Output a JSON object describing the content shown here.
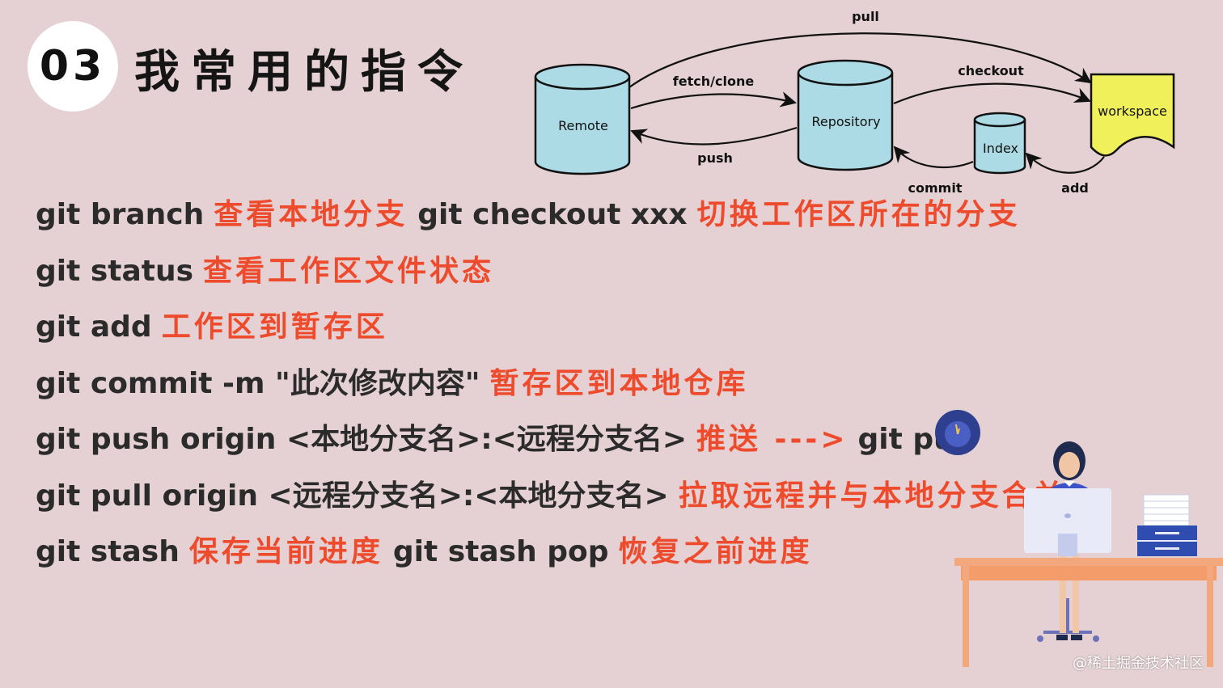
{
  "badge": {
    "number": "03"
  },
  "title": "我常用的指令",
  "diagram": {
    "nodes": {
      "remote": "Remote",
      "repository": "Repository",
      "index": "Index",
      "workspace": "workspace"
    },
    "edges": {
      "pull": "pull",
      "fetch_clone": "fetch/clone",
      "push": "push",
      "checkout": "checkout",
      "commit": "commit",
      "add": "add"
    },
    "colors": {
      "cylinder": "#acdbe5",
      "workspace": "#f0f05a",
      "stroke": "#111111"
    }
  },
  "lines": [
    {
      "cmd1": "git branch",
      "desc1": "查看本地分支",
      "cmd2": "git checkout xxx",
      "desc2": "切换工作区所在的分支"
    },
    {
      "cmd1": "git status",
      "desc1": "查看工作区文件状态"
    },
    {
      "cmd1": "git add",
      "desc1": "工作区到暂存区"
    },
    {
      "cmd1": "git commit -m \"此次修改内容\"",
      "desc1": "暂存区到本地仓库"
    },
    {
      "cmd1": "git push origin <本地分支名>:<远程分支名>",
      "desc1": "推送 --->",
      "cmd2": "git pus"
    },
    {
      "cmd1": "git pull origin <远程分支名>:<本地分支名>",
      "desc1": "拉取远程并与本地分支合并"
    },
    {
      "cmd1": "git stash",
      "desc1": "保存当前进度",
      "cmd2": "git stash pop",
      "desc2": "恢复之前进度"
    }
  ],
  "watermark": "@稀土掘金技术社区",
  "colors": {
    "background": "#e5d1d4",
    "accent": "#ee4a2c",
    "text": "#2b2b2b"
  }
}
